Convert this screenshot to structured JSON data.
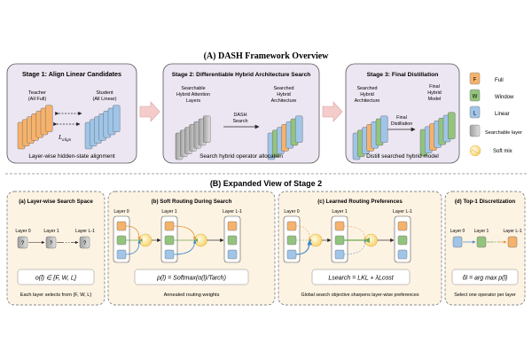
{
  "title_a": "(A) DASH Framework Overview",
  "title_b": "(B) Expanded View of Stage 2",
  "stage1": {
    "title": "Stage 1: Align Linear Candidates",
    "teacher": [
      "Teacher",
      "(All Full)"
    ],
    "student": [
      "Student",
      "(All Linear)"
    ],
    "loss": "L",
    "loss_sub": "align",
    "caption": "Layer-wise hidden-state alignment"
  },
  "stage2": {
    "title": "Stage 2: Differentiable Hybrid Architecture Search",
    "left_label": [
      "Searchable",
      "Hybrid Attention",
      "Layers"
    ],
    "arrow_label": [
      "DASH",
      "Search"
    ],
    "right_label": [
      "Searched",
      "Hybrid",
      "Architecture"
    ],
    "caption": "Search hybrid operator allocation"
  },
  "stage3": {
    "title": "Stage 3: Final Distillation",
    "left_label": [
      "Searched",
      "Hybrid",
      "Architecture"
    ],
    "right_label": [
      "Final",
      "Hybrid",
      "Model"
    ],
    "arrow_label": [
      "Final",
      "Distillation"
    ],
    "caption": "Distill searched hybrid model"
  },
  "legend": {
    "full_letter": "F",
    "full": "Full",
    "window_letter": "W",
    "window": "Window",
    "linear_letter": "L",
    "linear": "Linear",
    "searchable": "Searchable layer",
    "softmix": "Soft mix"
  },
  "panel_a": {
    "title": "(a) Layer-wise Search Space",
    "layer0": "Layer 0",
    "layer1": "Layer 1",
    "layerL": "Layer L-1",
    "q": "?",
    "formula": "o(l) ∈ {F, W, L}",
    "caption": "Each layer selects from {F, W, L}"
  },
  "panel_b": {
    "title": "(b) Soft Routing During Search",
    "layer0": "Layer 0",
    "layer1": "Layer 1",
    "layerL": "Layer L-1",
    "formula": "p(l) = Softmax(α(l)/Tarch)",
    "caption": "Annealed routing weights"
  },
  "panel_c": {
    "title": "(c) Learned Routing Preferences",
    "layer0": "Layer 0",
    "layer1": "Layer 1",
    "layerL": "Layer L-1",
    "formula": "Lsearch = LKL + λLcost",
    "caption": "Global search objective sharpens layer-wise preferences"
  },
  "panel_d": {
    "title": "(d) Top-1 Discretization",
    "layer0": "Layer 0",
    "layer1": "Layer 1",
    "layerL": "Layer L-1",
    "formula": "ôl = arg max p(l)",
    "caption": "Select one operator per layer"
  },
  "colors": {
    "full": "#f6b26b",
    "window": "#93c47d",
    "linear": "#9fc5e8",
    "searchable": "#bdbdbd",
    "softmix": "#fde58a",
    "stage_bg": "#ece6f2",
    "panel_bg": "#fdf3e3"
  }
}
